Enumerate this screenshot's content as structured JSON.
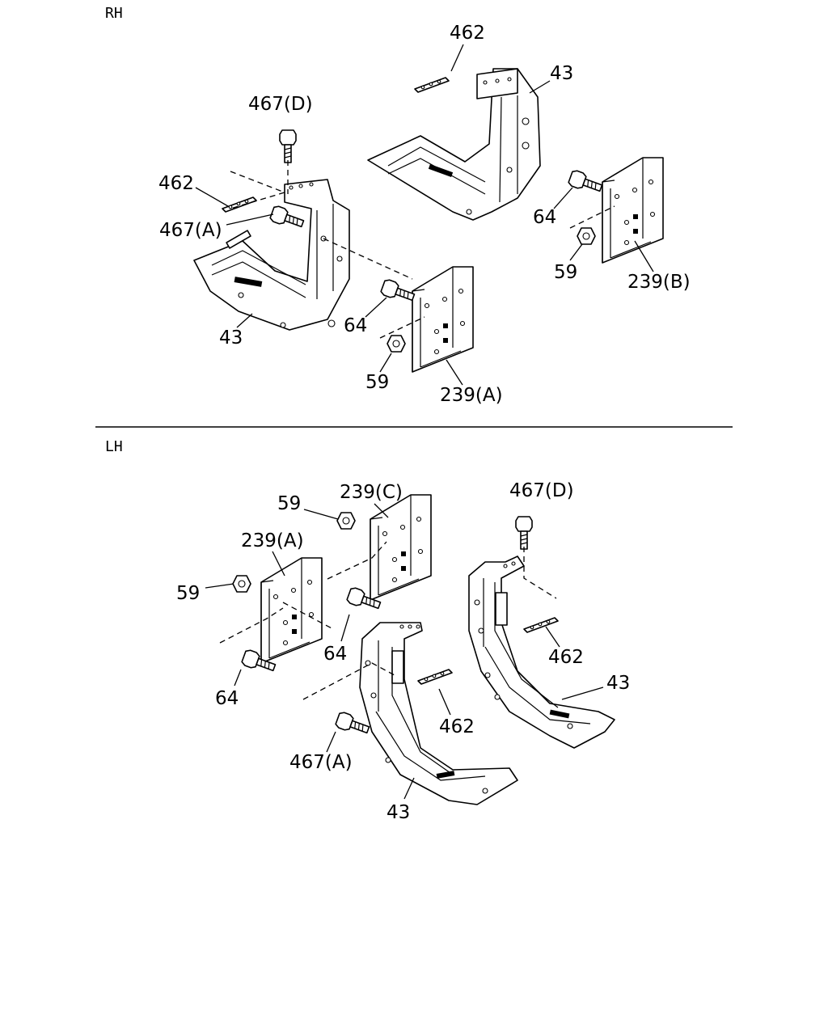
{
  "sections": {
    "rh": "RH",
    "lh": "LH"
  },
  "labels": {
    "rh_462_top": "462",
    "rh_43_right": "43",
    "rh_467d": "467(D)",
    "rh_462_left": "462",
    "rh_467a": "467(A)",
    "rh_64_right": "64",
    "rh_59_right": "59",
    "rh_239b": "239(B)",
    "rh_64_mid": "64",
    "rh_59_mid": "59",
    "rh_43_left": "43",
    "rh_239a": "239(A)",
    "lh_239c": "239(C)",
    "lh_467d": "467(D)",
    "lh_59_top": "59",
    "lh_239a": "239(A)",
    "lh_59_left": "59",
    "lh_64_mid": "64",
    "lh_64_left": "64",
    "lh_462_right": "462",
    "lh_43_right": "43",
    "lh_462_mid": "462",
    "lh_467a": "467(A)",
    "lh_43_bottom": "43"
  }
}
